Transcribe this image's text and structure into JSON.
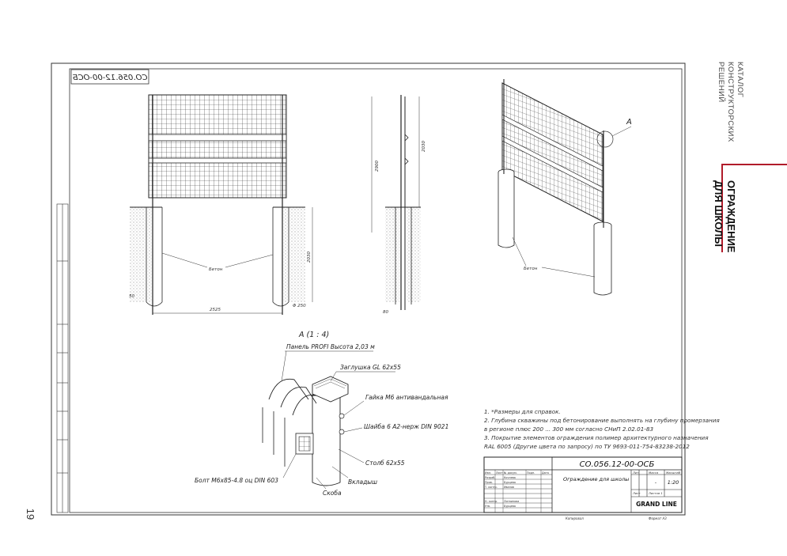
{
  "page": {
    "number": "19"
  },
  "sidebar": {
    "catalog_lines": [
      "КАТАЛОГ",
      "КОНСТРУКТОРСКИХ",
      "РЕШЕНИЙ"
    ],
    "section_lines": [
      "ОГРАЖДЕНИЕ",
      "ДЛЯ ШКОЛЫ"
    ],
    "accent_color": "#b11b2a"
  },
  "drawing": {
    "mirrored_code": "СО.056.12-00-ОСБ",
    "front_view": {
      "dim_width": "2525",
      "dim_height": "2030",
      "dim_depth": "50",
      "dim_hole": "Φ 250",
      "concrete_label": "Бетон"
    },
    "side_view": {
      "dim_total": "2900",
      "dim_height": "2030",
      "dim_offset": "80"
    },
    "iso_view": {
      "callout": "A",
      "concrete_label": "Бетон"
    },
    "detail": {
      "title": "А (1 : 4)",
      "labels": {
        "panel": "Панель PROFI Высота 2,03 м",
        "cap": "Заглушка GL 62х55",
        "nut": "Гайка М6 антивандальная",
        "washer": "Шайба 6 А2-нерж DIN 9021",
        "post": "Столб 62х55",
        "insert": "Вкладыш",
        "bolt": "Болт М6х85-4.8 оц DIN 603",
        "bracket": "Скоба"
      }
    },
    "notes": [
      "1.   *Размеры для справок.",
      "2.   Глубина скважины под бетонирование выполнять на глубину промерзания",
      "      в регионе плюс 200 ... 300 мм согласно СНиП 2.02.01-83",
      "3.   Покрытие элементов ограждения полимер архитектурного назначения",
      "      RAL 6005 (Другие цвета по запросу) по ТУ 9693-011-754-83238-2012"
    ],
    "title_block": {
      "code": "СО.056.12-00-ОСБ",
      "name": "Ограждение для школы",
      "col_lit": "Лит.",
      "col_mass": "Масса",
      "col_scale": "Масштаб",
      "mass": "-",
      "scale": "1:20",
      "sheet": "Лист",
      "sheets": "Листов 1",
      "brand": "GRAND LINE",
      "copied": "Копировал",
      "format": "Формат А3",
      "rows": [
        [
          "Изм.",
          "Лист",
          "№ докум.",
          "Подп.",
          "Дата"
        ],
        [
          "Разраб.",
          "Кочнева",
          "",
          ""
        ],
        [
          "Пров.",
          "Бурцева",
          "",
          ""
        ],
        [
          "Т. контр.",
          "Иванов",
          "",
          ""
        ],
        [
          "",
          "",
          "",
          ""
        ],
        [
          "Н. контр.",
          "Литвинова",
          "",
          ""
        ],
        [
          "Утв.",
          "Бурцева",
          "",
          ""
        ]
      ]
    }
  }
}
